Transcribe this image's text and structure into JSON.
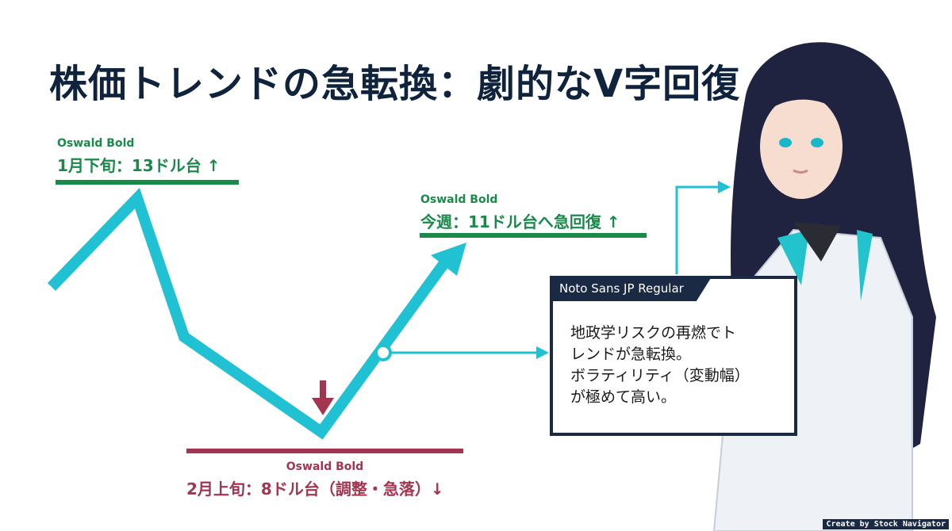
{
  "title": "株価トレンドの急転換：劇的なV字回復",
  "labels": {
    "peak": {
      "font_note": "Oswald Bold",
      "text": "1月下旬：13ドル台 ↑"
    },
    "current": {
      "font_note": "Oswald Bold",
      "text": "今週：11ドル台へ急回復 ↑"
    },
    "bottom": {
      "font_note": "Oswald Bold",
      "text": "2月上旬：8ドル台（調整・急落）↓"
    }
  },
  "callout": {
    "font_note": "Noto Sans JP Regular",
    "lines": [
      "地政学リスクの再燃でト",
      "レンドが急転換。",
      "ボラティリティ（変動幅）",
      "が極めて高い。"
    ]
  },
  "credit": "Create by Stock Navigator",
  "colors": {
    "line": "#1fc1d3",
    "title": "#10233d",
    "up": "#1a8a4a",
    "down": "#a33550",
    "navy": "#1a2944"
  }
}
